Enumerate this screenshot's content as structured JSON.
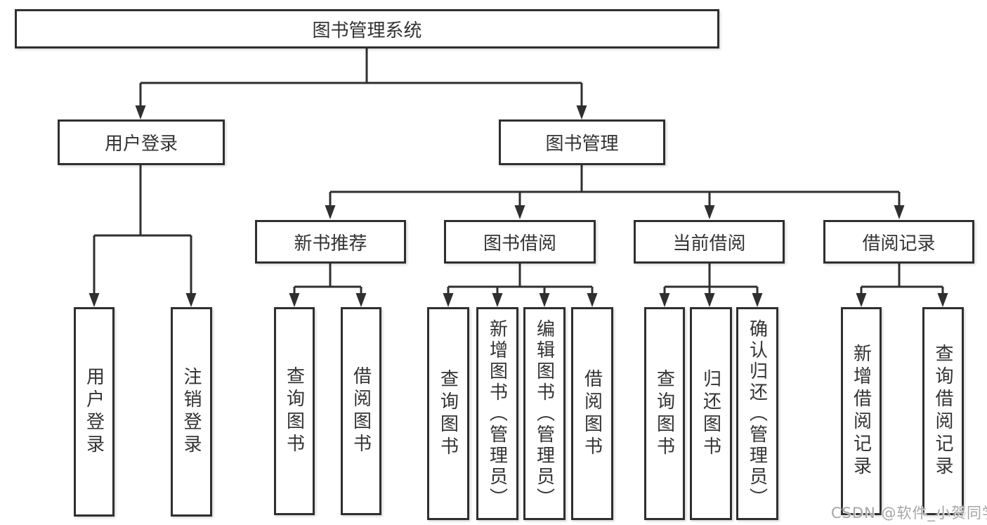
{
  "diagram": {
    "tree": {
      "label": "图书管理系统",
      "children": [
        {
          "label": "用户登录",
          "children": [
            {
              "label": "用户登录"
            },
            {
              "label": "注销登录"
            }
          ]
        },
        {
          "label": "图书管理",
          "children": [
            {
              "label": "新书推荐",
              "children": [
                {
                  "label": "查询图书"
                },
                {
                  "label": "借阅图书"
                }
              ]
            },
            {
              "label": "图书借阅",
              "children": [
                {
                  "label": "查询图书"
                },
                {
                  "label": "新增图书（管理员）"
                },
                {
                  "label": "编辑图书（管理员）"
                },
                {
                  "label": "借阅图书"
                }
              ]
            },
            {
              "label": "当前借阅",
              "children": [
                {
                  "label": "查询图书"
                },
                {
                  "label": "归还图书"
                },
                {
                  "label": "确认归还（管理员）"
                }
              ]
            },
            {
              "label": "借阅记录",
              "children": [
                {
                  "label": "新增借阅记录"
                },
                {
                  "label": "查询借阅记录"
                }
              ]
            }
          ]
        }
      ]
    }
  },
  "watermark": {
    "text": "CSDN @软件_小贺同学"
  },
  "colors": {
    "line": "#2f2f2f",
    "text": "#333333",
    "background": "#ffffff",
    "watermark": "#a6a6a6"
  }
}
